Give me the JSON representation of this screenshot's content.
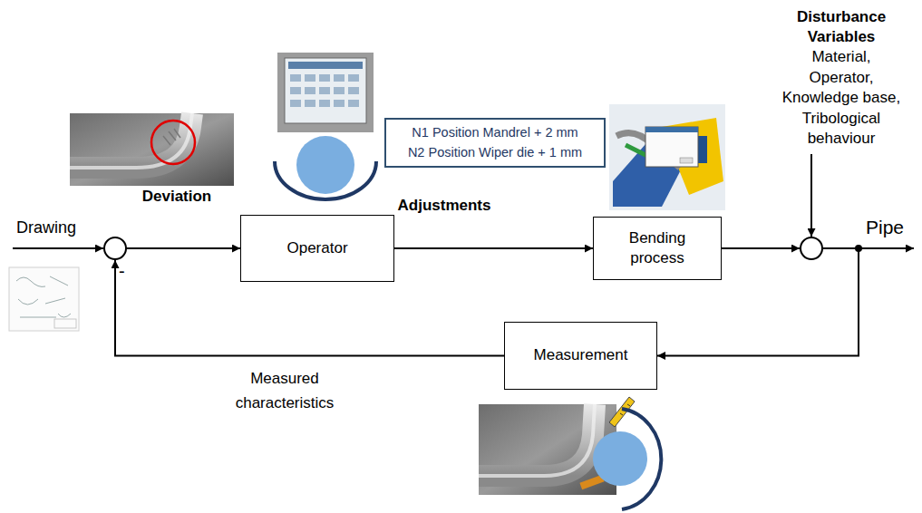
{
  "diagram": {
    "nodes": [
      {
        "text": [
          "N1 Position Mandrel + 2 mm",
          "N2 Position Wiper die + 1 mm"
        ]
      },
      {
        "text": [
          "Operator"
        ]
      },
      {
        "text": [
          "Bending process"
        ]
      },
      {
        "text": [
          "Measurement"
        ]
      }
    ],
    "edges": [
      {
        "from": 1,
        "to": 2,
        "arrow": "to"
      },
      {
        "from": 2,
        "to": 3,
        "arrow": "to"
      },
      {
        "from": 3,
        "to": 1,
        "arrow": "to"
      }
    ],
    "labels": [
      "Deviation",
      "Adjustments",
      "Disturbance Variables",
      "Material, Operator, Knowledge base, Tribological behaviour",
      "Drawing",
      "-",
      "Pipe",
      "Measured characteristics"
    ]
  }
}
